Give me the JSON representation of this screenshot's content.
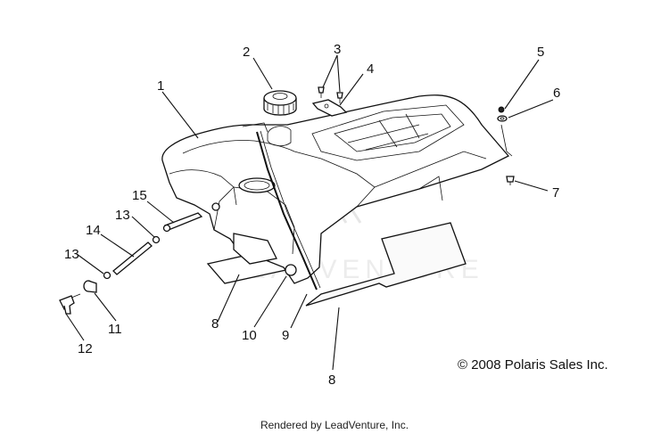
{
  "callouts": [
    {
      "id": "c1",
      "label": "1"
    },
    {
      "id": "c2",
      "label": "2"
    },
    {
      "id": "c3",
      "label": "3"
    },
    {
      "id": "c4",
      "label": "4"
    },
    {
      "id": "c5",
      "label": "5"
    },
    {
      "id": "c6",
      "label": "6"
    },
    {
      "id": "c7",
      "label": "7"
    },
    {
      "id": "c8a",
      "label": "8"
    },
    {
      "id": "c8b",
      "label": "8"
    },
    {
      "id": "c9",
      "label": "9"
    },
    {
      "id": "c10",
      "label": "10"
    },
    {
      "id": "c11",
      "label": "11"
    },
    {
      "id": "c12",
      "label": "12"
    },
    {
      "id": "c13a",
      "label": "13"
    },
    {
      "id": "c13b",
      "label": "13"
    },
    {
      "id": "c14",
      "label": "14"
    },
    {
      "id": "c15",
      "label": "15"
    }
  ],
  "copyright": "© 2008 Polaris Sales Inc.",
  "footer": "Rendered by LeadVenture, Inc.",
  "watermark": "LEADVENTURE"
}
